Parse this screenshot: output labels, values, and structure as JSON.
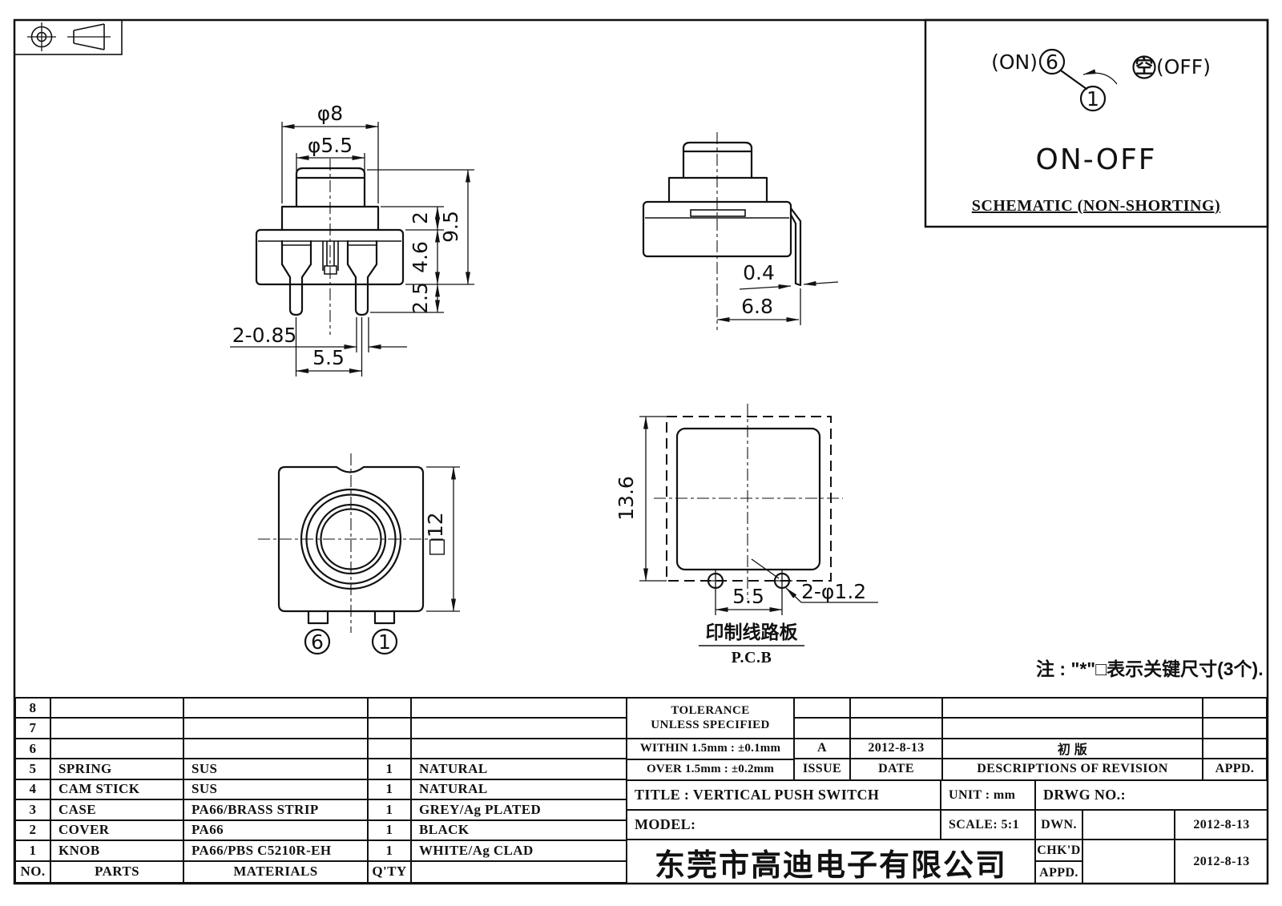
{
  "schematic": {
    "on_label": "(ON)",
    "on_terminal": "6",
    "common_terminal": "1",
    "off_symbol": "空",
    "off_label": "(OFF)",
    "function": "ON-OFF",
    "caption": "SCHEMATIC (NON-SHORTING)"
  },
  "front_view": {
    "dia_flange": "φ8",
    "dia_knob": "φ5.5",
    "h_flange": "2",
    "h_base": "4.6",
    "h_pin": "2.5",
    "h_total": "9.5",
    "pin_spec": "2-0.85",
    "pin_pitch": "5.5"
  },
  "side_view": {
    "pin_thickness": "0.4",
    "pin_offset": "6.8"
  },
  "top_view": {
    "square": "□12",
    "terminal_left": "6",
    "terminal_right": "1"
  },
  "pcb_view": {
    "height": "13.6",
    "pitch": "5.5",
    "holes": "2-φ1.2",
    "label_cn": "印制线路板",
    "label_en": "P.C.B"
  },
  "note": "注 : \"*\"□表示关键尺寸(3个).",
  "parts_table": {
    "headers": {
      "no": "NO.",
      "part": "PARTS",
      "material": "MATERIALS",
      "qty": "Q'TY",
      "finish": ""
    },
    "rows": [
      {
        "no": "8",
        "part": "",
        "material": "",
        "qty": "",
        "finish": ""
      },
      {
        "no": "7",
        "part": "",
        "material": "",
        "qty": "",
        "finish": ""
      },
      {
        "no": "6",
        "part": "",
        "material": "",
        "qty": "",
        "finish": ""
      },
      {
        "no": "5",
        "part": "SPRING",
        "material": "SUS",
        "qty": "1",
        "finish": "NATURAL"
      },
      {
        "no": "4",
        "part": "CAM STICK",
        "material": "SUS",
        "qty": "1",
        "finish": "NATURAL"
      },
      {
        "no": "3",
        "part": "CASE",
        "material": "PA66/BRASS STRIP",
        "qty": "1",
        "finish": "GREY/Ag PLATED"
      },
      {
        "no": "2",
        "part": "COVER",
        "material": "PA66",
        "qty": "1",
        "finish": "BLACK"
      },
      {
        "no": "1",
        "part": "KNOB",
        "material": "PA66/PBS C5210R-EH",
        "qty": "1",
        "finish": "WHITE/Ag CLAD"
      }
    ]
  },
  "tolerance_block": {
    "header1": "TOLERANCE",
    "header2": "UNLESS  SPECIFIED",
    "within": "WITHIN 1.5mm : ±0.1mm",
    "over": "OVER 1.5mm : ±0.2mm"
  },
  "revision_block": {
    "rows": [
      [
        "",
        "",
        "",
        ""
      ],
      [
        "",
        "",
        "",
        ""
      ],
      [
        "A",
        "2012-8-13",
        "初 版",
        ""
      ],
      [
        "ISSUE",
        "DATE",
        "DESCRIPTIONS OF REVISION",
        "APPD."
      ]
    ]
  },
  "title_block": {
    "title": "TITLE :  VERTICAL PUSH SWITCH",
    "unit": "UNIT :  mm",
    "drwg_no": "DRWG NO.:",
    "model": "MODEL:",
    "scale": "SCALE:  5:1",
    "dwn": "DWN.",
    "chkd": "CHK'D",
    "appd": "APPD.",
    "dwn_date": "2012-8-13",
    "chkd_date": "2012-8-13",
    "company": "东莞市高迪电子有限公司"
  }
}
